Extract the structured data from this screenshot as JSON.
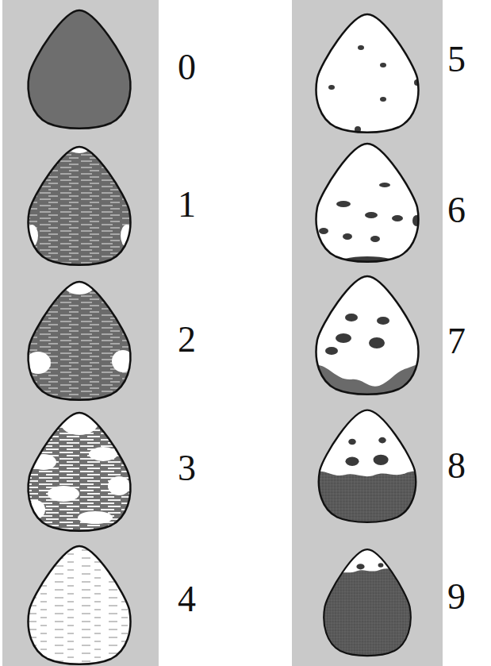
{
  "diagram": {
    "labels": [
      "0",
      "1",
      "2",
      "3",
      "4",
      "5",
      "6",
      "7",
      "8",
      "9"
    ]
  }
}
